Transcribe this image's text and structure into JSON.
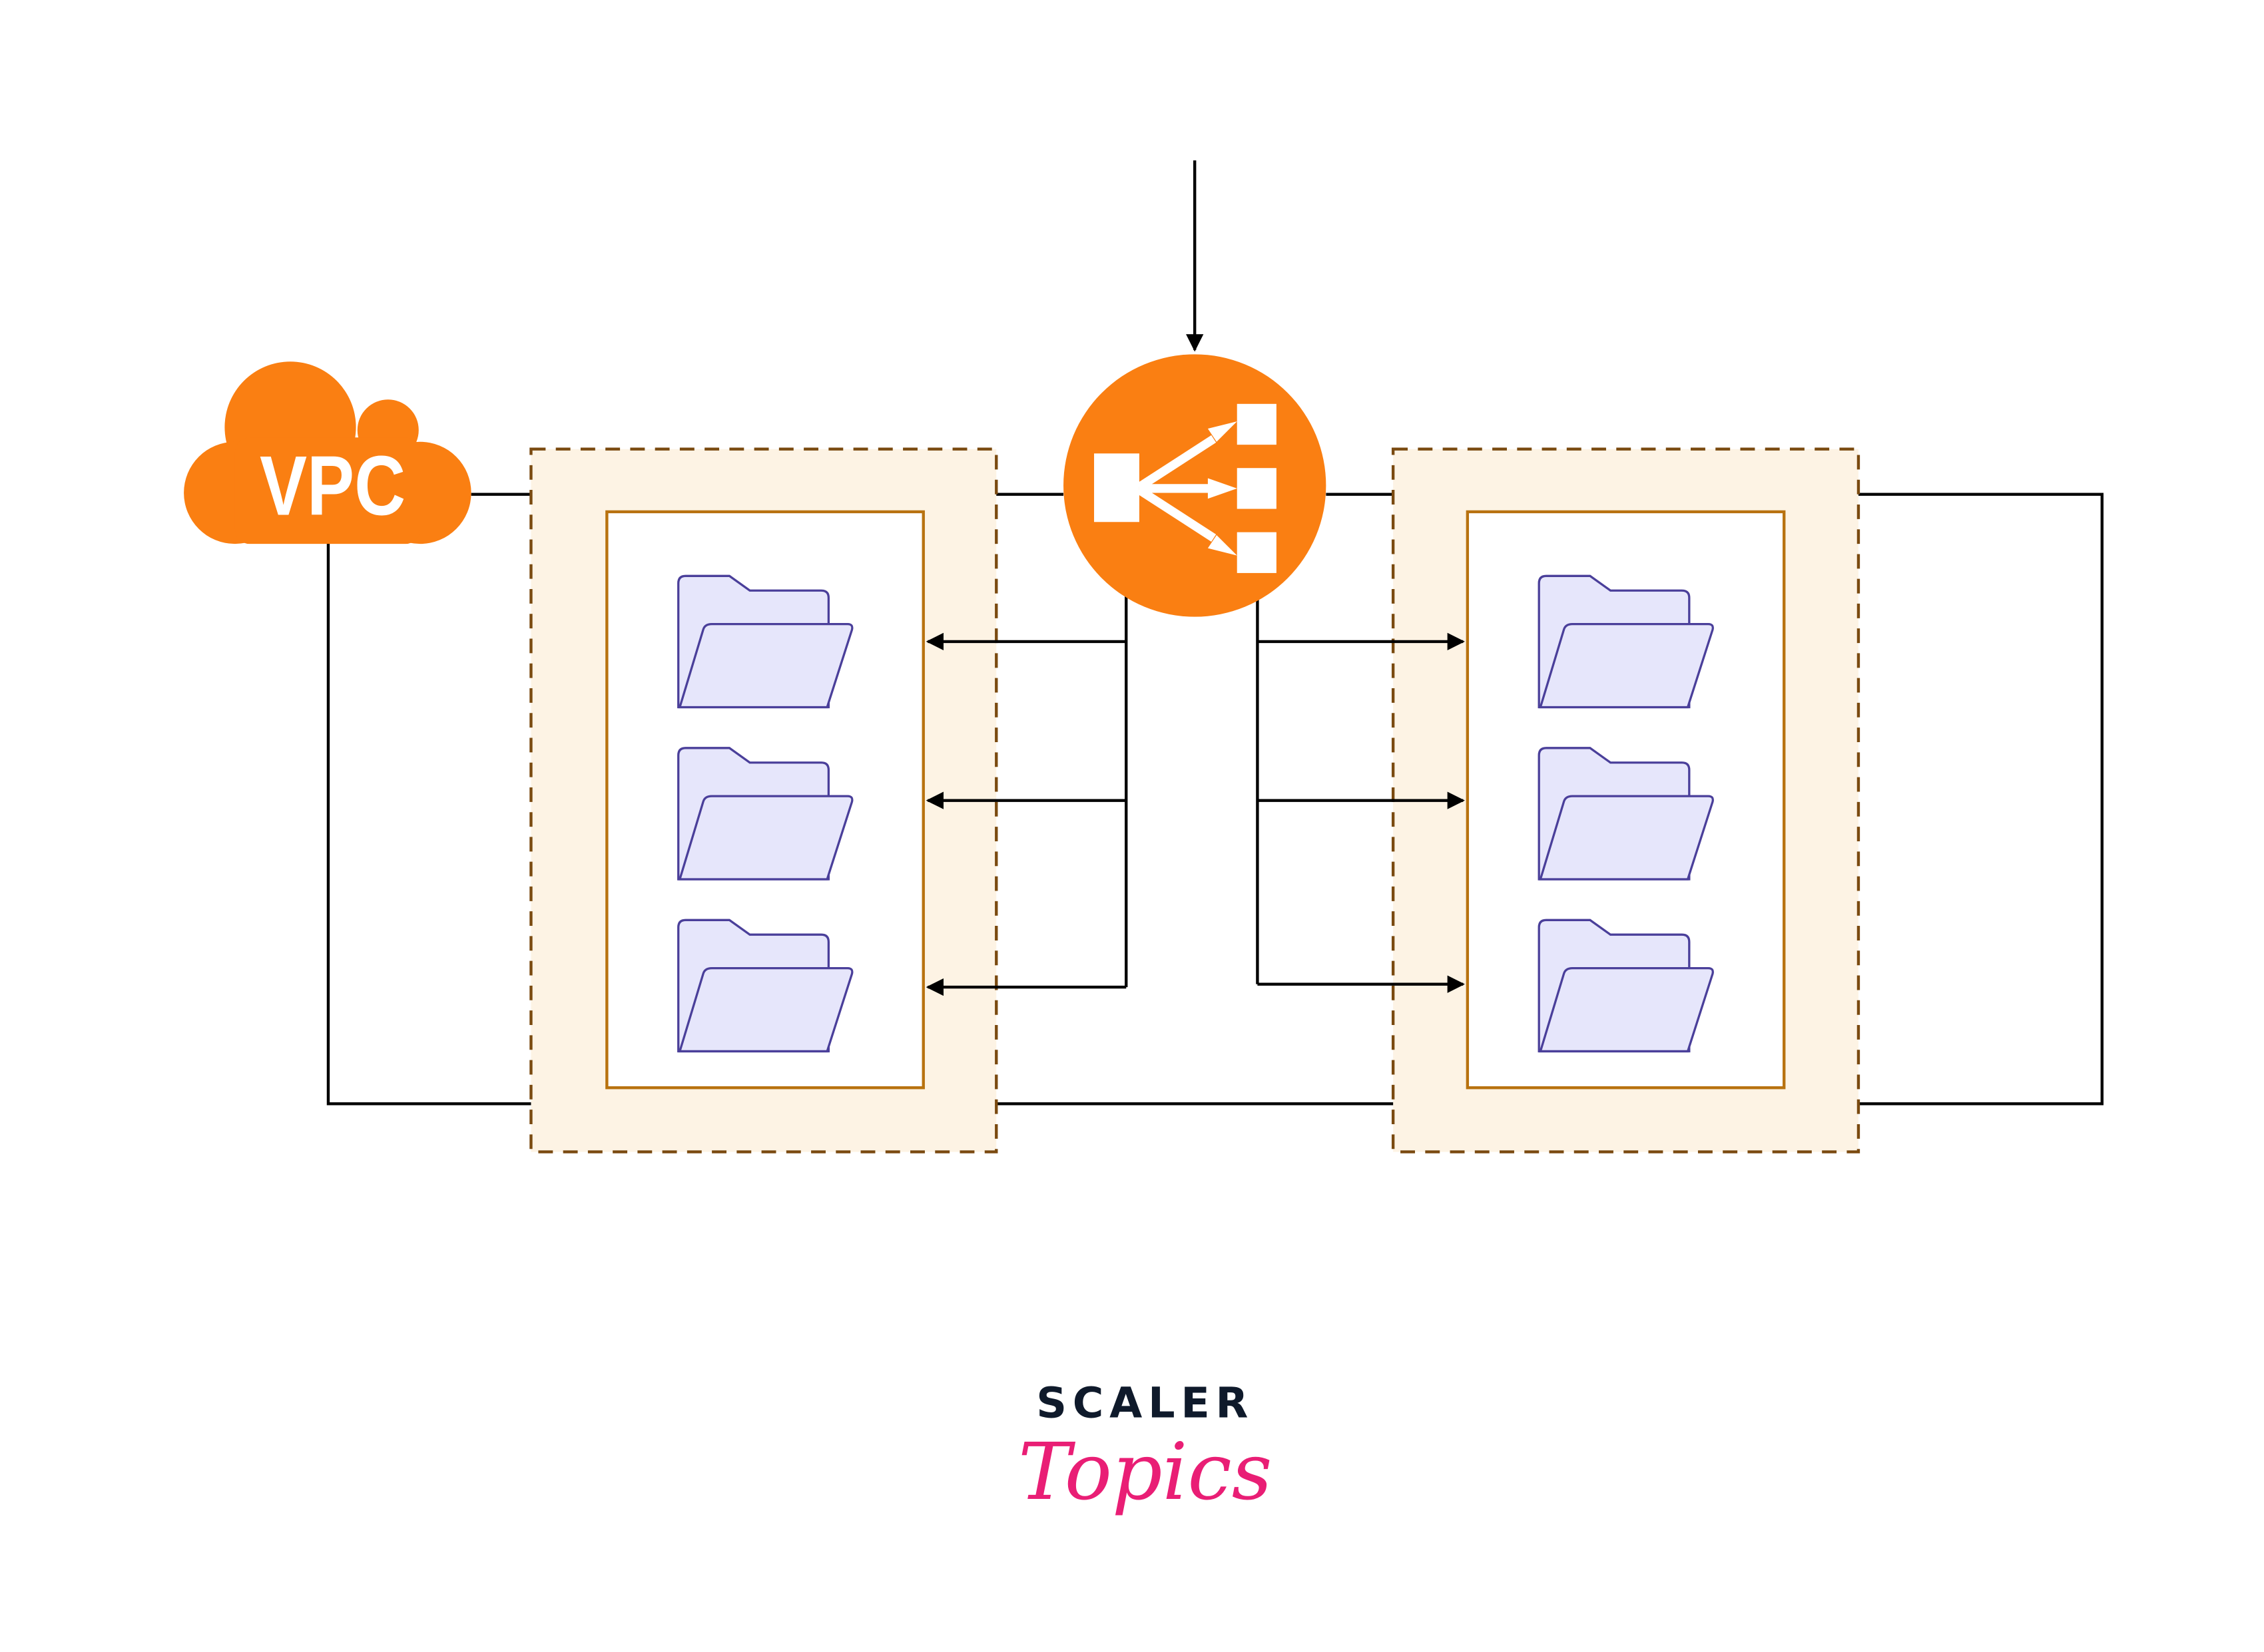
{
  "diagram": {
    "vpc_label": "VPC",
    "colors": {
      "orange": "#fa7f12",
      "az_fill": "#fdf3e4",
      "az_border": "#7a4a10",
      "subnet_border": "#b8720f",
      "folder_fill": "#e6e6fb",
      "folder_stroke": "#4a3f9a",
      "line": "#000000"
    },
    "icons": {
      "vpc": "cloud-icon",
      "load_balancer": "load-balancer-icon",
      "instance": "folder-icon"
    },
    "availability_zones": [
      {
        "instances": 3
      },
      {
        "instances": 3
      }
    ]
  },
  "logo": {
    "brand": "SCALER",
    "sub": "Topics",
    "brand_color": "#0f1a2b",
    "sub_color": "#e91e75"
  }
}
